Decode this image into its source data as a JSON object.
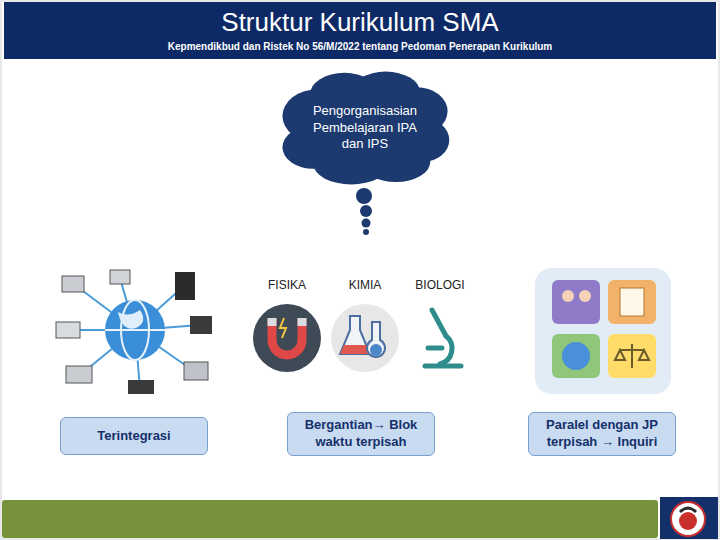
{
  "diagram": {
    "title": "Struktur Kurikulum SMA",
    "nodes": [
      {
        "text": [
          "Pengorganisasian Pembelajaran IPA dan IPS"
        ]
      },
      {
        "text": [
          "Terintegrasi"
        ]
      },
      {
        "text": [
          "Bergantian→ Blok waktu terpisah"
        ]
      },
      {
        "text": [
          "Paralel dengan JP terpisah → Inquiri"
        ]
      }
    ],
    "labels": [
      "Kepmendikbud dan Ristek No 56/M/2022 tentang Pedoman Penerapan Kurikulum",
      "FISIKA",
      "KIMIA",
      "BIOLOGI"
    ]
  }
}
